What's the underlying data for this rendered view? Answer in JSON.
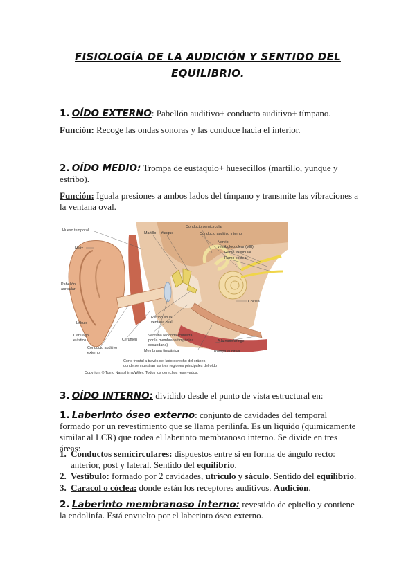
{
  "title_line1": "FISIOLOGÍA DE LA AUDICIÓN Y SENTIDO DEL",
  "title_line2": "EQUILIBRIO.",
  "s1": {
    "num": "1.",
    "heading": "OÍDO EXTERNO",
    "sep": ":",
    "text": " Pabellón auditivo+ conducto auditivo+ tímpano.",
    "func_label": "Función:",
    "func_text": " Recoge las ondas sonoras y las conduce hacia el interior."
  },
  "s2": {
    "num": "2.",
    "heading": "OÍDO MEDIO:",
    "text": " Trompa de eustaquio+ huesecillos (martillo, yunque y estribo).",
    "func_label": "Función:",
    "func_text": " Iguala presiones a ambos lados del tímpano y transmite las vibraciones a la ventana oval."
  },
  "figure": {
    "labels": {
      "hueso_temporal": "Hueso temporal",
      "helix": "Hélix",
      "pabellon": "Pabellón",
      "auricular": "auricular",
      "lobulo": "Lóbulo",
      "cartilago1": "Cartílago",
      "cartilago2": "elástico",
      "martillo": "Martillo",
      "yunque": "Yunque",
      "conducto_semicircular": "Conducto semicircular",
      "conducto_auditivo_interno": "Conducto auditivo interno",
      "nervio1": "Nervio",
      "nervio2": "vestibulococlear (VIII)",
      "ramo_vestibular": "Ramo vestibular",
      "ramo_coclear": "Ramo coclear",
      "coclea": "Cóclea",
      "estribo1": "Estribo en la",
      "estribo2": "ventana oval",
      "cerumen": "Cerumen",
      "membrana_timpanica": "Membrana timpánica",
      "conducto_externo1": "Conducto auditivo",
      "conducto_externo2": "externo",
      "ventana_redonda1": "Ventana redonda (cubierta",
      "ventana_redonda2": "por la membrana timpánica",
      "ventana_redonda3": "secundaria)",
      "nasofaringe": "A la nasofaringe",
      "trompa_auditiva": "Trompa auditiva",
      "caption1": "Corte frontal a través del lado derecho del cráneo,",
      "caption2": "donde se muestran las tres regiones principales del oído",
      "copyright": "Copyright © Tomo Narashima/Wiley. Todos los derechos reservados."
    }
  },
  "s3": {
    "num": "3.",
    "heading": "OÍDO INTERNO:",
    "text": " dividido desde el punto de vista estructural en:",
    "sub1_num": "1.",
    "sub1_heading": "Laberinto óseo externo",
    "sub1_sep": ":",
    "sub1_text": " conjunto de cavidades del temporal formado por un revestimiento que se llama perilinfa. Es un liquido (quimicamente similar al LCR) que rodea el laberinto membranoso interno. Se divide en tres áreas:",
    "items": [
      {
        "num": "1.",
        "label": "Conductos semicirculares:",
        "text": " dispuestos entre si en forma de ángulo recto: anterior, post y lateral. Sentido del ",
        "bold": "equilibrio",
        "end": "."
      },
      {
        "num": "2.",
        "label": "Vestíbulo:",
        "text": " formado por 2 cavidades, ",
        "bold2": "utrículo y sáculo.",
        "text2": " Sentido del ",
        "bold": "equilibrio",
        "end": "."
      },
      {
        "num": "3.",
        "label": "Caracol o cóclea:",
        "text": " donde están los receptores auditivos. ",
        "bold": "Audición",
        "end": "."
      }
    ],
    "sub2_num": "2.",
    "sub2_heading": "Laberinto membranoso interno:",
    "sub2_text": " revestido de epitelio y contiene la endolinfa. Está envuelto por el laberinto óseo externo."
  }
}
